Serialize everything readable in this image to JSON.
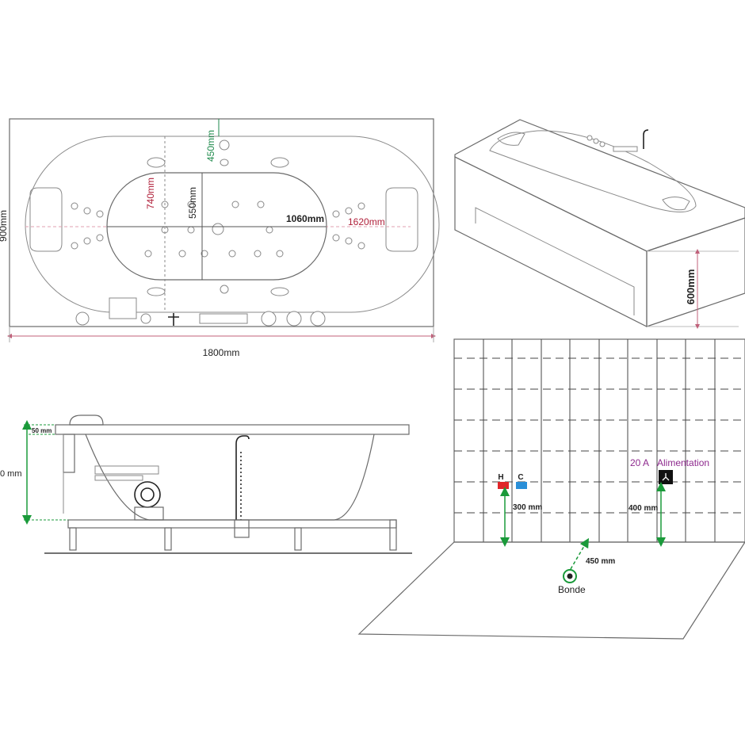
{
  "top_view": {
    "length_label": "1800mm",
    "width_label": "900mm",
    "inner_length_label": "1620mm",
    "basin_length_label": "1060mm",
    "basin_width_label": "550mm",
    "inner_width_label": "740mm",
    "offset_label": "450mm"
  },
  "perspective_view": {
    "height_label": "600mm"
  },
  "side_view": {
    "rim_label": "50 mm",
    "depth_label": "0 mm"
  },
  "installation": {
    "hot_label": "H",
    "cold_label": "C",
    "supply_height_label": "300 mm",
    "power_rating_label": "20 A",
    "power_label": "Alimentation",
    "power_height_label": "400 mm",
    "drain_distance_label": "450 mm",
    "drain_label": "Bonde"
  },
  "colors": {
    "dim_red": "#b0203a",
    "dim_green": "#1f8a4c",
    "power_purple": "#8e2a8e",
    "hot": "#e0262a",
    "cold": "#2a8fd8",
    "arrow_green": "#1a9a3a"
  }
}
